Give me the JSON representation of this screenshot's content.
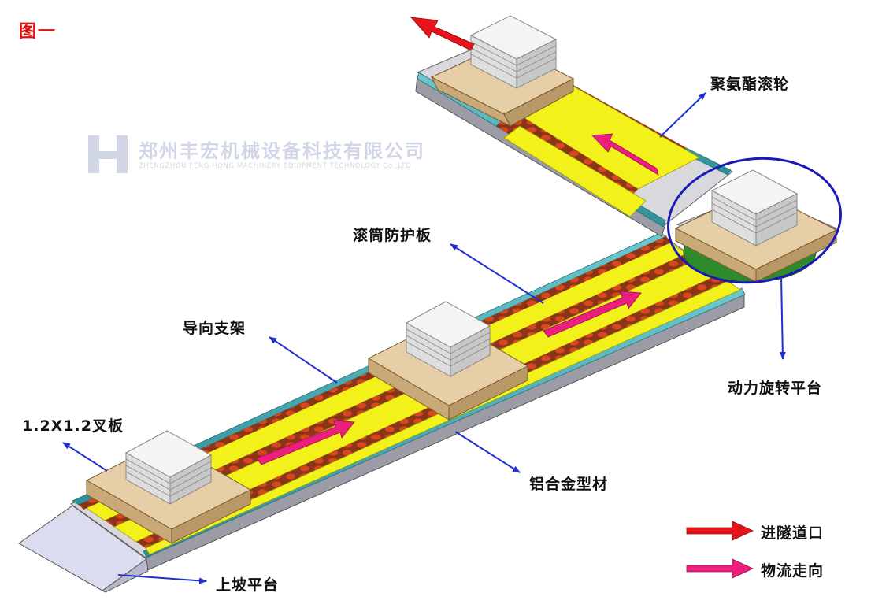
{
  "figure_label": "图一",
  "watermark": {
    "company_cn": "郑州丰宏机械设备科技有限公司",
    "company_en": "ZHENGZHOU FENG HONG MACHINERY EQUIPMENT TECHNOLOGY Co.,LTD"
  },
  "callouts": {
    "polyurethane_roller": "聚氨酯滚轮",
    "roller_guard": "滚筒防护板",
    "guide_bracket": "导向支架",
    "pallet": "1.2X1.2叉板",
    "aluminum_profile": "铝合金型材",
    "ramp_platform": "上坡平台",
    "rotary_platform": "动力旋转平台"
  },
  "legend": {
    "tunnel_entrance": "进隧道口",
    "flow_direction": "物流走向"
  },
  "colors": {
    "label_red": "#e01010",
    "arrow_red": "#e8141c",
    "arrow_pink": "#ec1f7c",
    "callout_blue": "#1f2fd0",
    "track_yellow": "#f2f21a",
    "roller_red": "#c8401c",
    "rail_teal": "#3aa8b0",
    "rail_gray": "#a8a8b0",
    "pallet_wood": "#e6cfa6",
    "board_white": "#f4f4f4",
    "turntable_green": "#2f8a2a",
    "ramp_lavender": "#dcdcf0"
  }
}
